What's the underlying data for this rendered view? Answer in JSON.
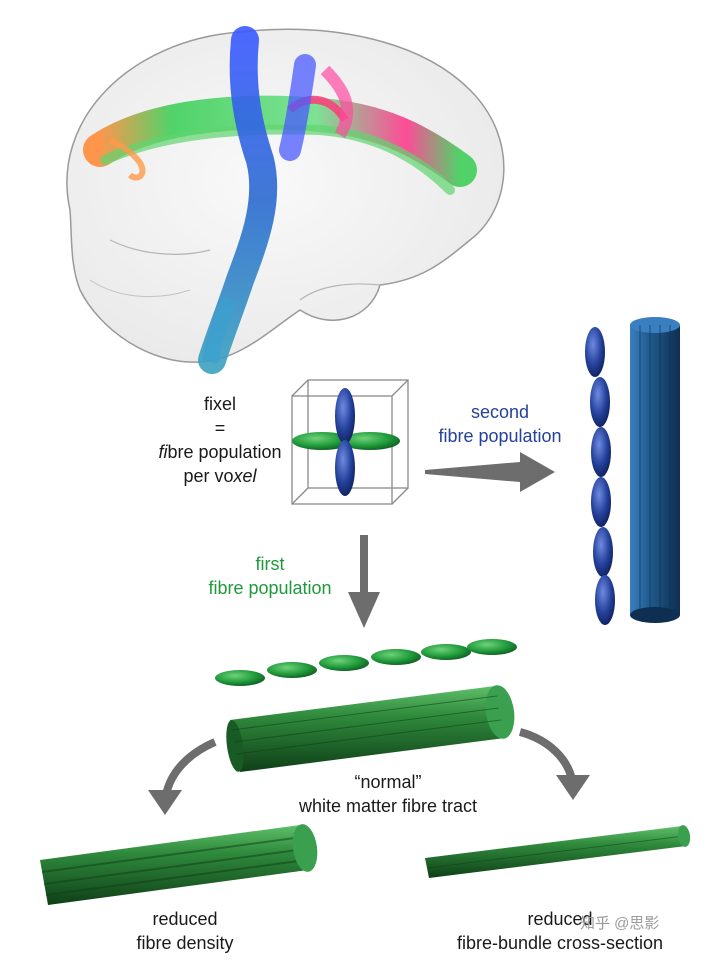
{
  "labels": {
    "fixel_term": "fixel",
    "equals": "=",
    "fixel_line1_prefix": "fi",
    "fixel_line1_rest": "bre population",
    "fixel_line2_prefix": "per vo",
    "fixel_line2_suffix": "xel",
    "second_line1": "second",
    "second_line2": "fibre population",
    "first_line1": "first",
    "first_line2": "fibre population",
    "normal_line1": "“normal”",
    "normal_line2": "white matter fibre tract",
    "reduced_density_line1": "reduced",
    "reduced_density_line2": "fibre density",
    "reduced_cross_line1": "reduced",
    "reduced_cross_line2": "fibre-bundle cross-section"
  },
  "watermark": "知乎 @思影",
  "colors": {
    "green_population": "#1f9a3a",
    "blue_population": "#25419a",
    "arrow_gray": "#6d6d6d",
    "tube_green": "#1e6b2a",
    "tube_blue": "#1f5a8c"
  }
}
